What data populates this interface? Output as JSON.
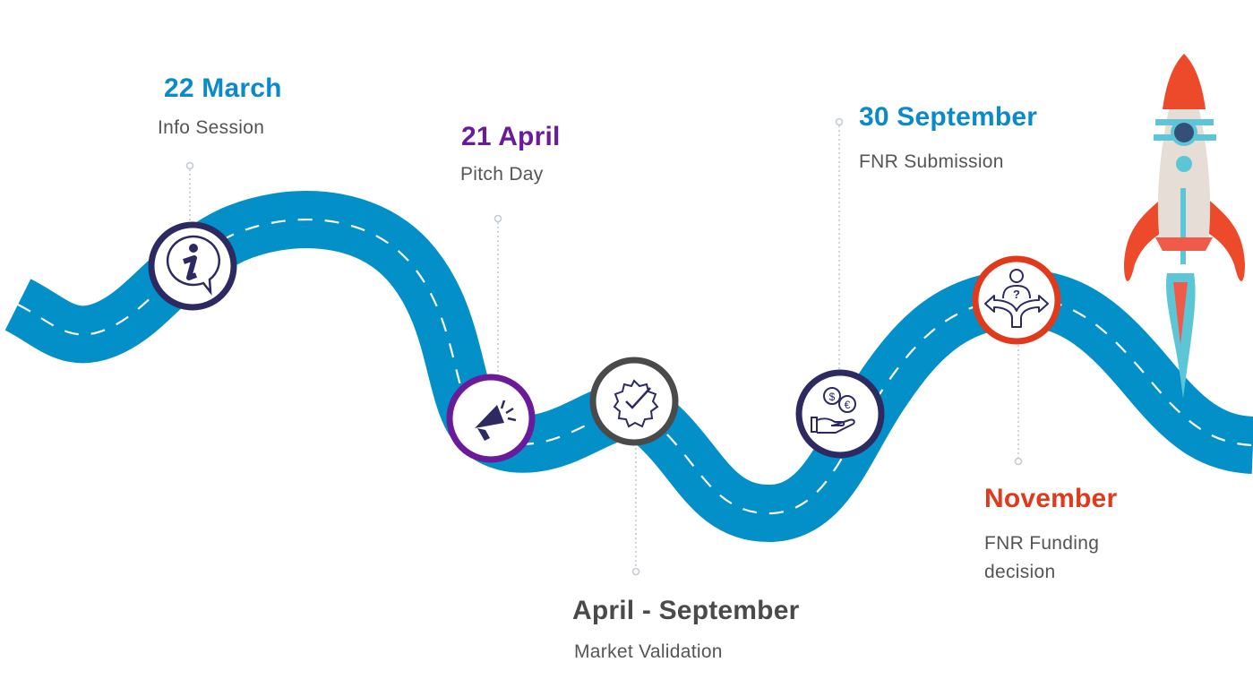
{
  "colors": {
    "road": "#0390c8",
    "blue": "#0a8ac9",
    "purple": "#6a1b9a",
    "navy": "#2d2a62",
    "gray": "#4a4a4a",
    "red": "#e0391b"
  },
  "milestones": [
    {
      "date": "22 March",
      "label": "Info Session",
      "icon": "info-bubble-icon"
    },
    {
      "date": "21 April",
      "label": "Pitch Day",
      "icon": "megaphone-icon"
    },
    {
      "date": "April - September",
      "label": "Market Validation",
      "icon": "verified-badge-icon"
    },
    {
      "date": "30 September",
      "label": "FNR Submission",
      "icon": "money-hand-icon"
    },
    {
      "date": "November",
      "label_line1": "FNR Funding",
      "label_line2": "decision",
      "icon": "decision-arrows-icon"
    }
  ],
  "decoration": {
    "icon": "rocket-icon"
  }
}
